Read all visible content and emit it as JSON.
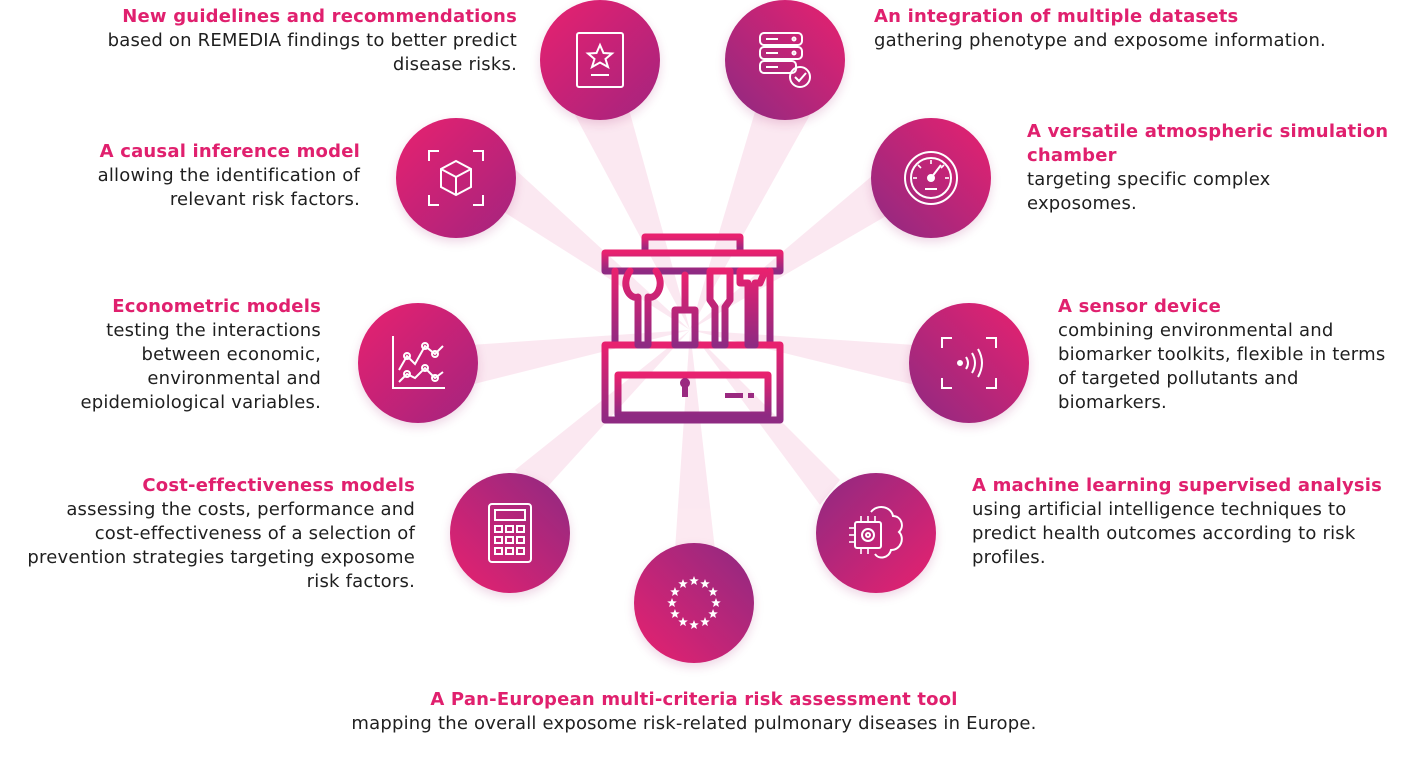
{
  "colors": {
    "accent": "#e0206e",
    "purple": "#8e2a82",
    "text": "#1f1f1f"
  },
  "center": {
    "icon": "toolbox-icon"
  },
  "items": [
    {
      "icon": "certificate-star-icon",
      "title": "New guidelines and recommendations",
      "desc": "based on REMEDIA findings to better predict disease risks."
    },
    {
      "icon": "server-database-check-icon",
      "title": "An integration of multiple datasets",
      "desc": "gathering phenotype and exposome information."
    },
    {
      "icon": "cube-scan-icon",
      "title": "A causal inference model",
      "desc": "allowing the identification of relevant risk factors."
    },
    {
      "icon": "pressure-gauge-icon",
      "title": "A versatile atmospheric simulation chamber",
      "desc": "targeting specific complex exposomes."
    },
    {
      "icon": "line-chart-icon",
      "title": "Econometric models",
      "desc": "testing the interactions between economic, environmental and epidemiological variables."
    },
    {
      "icon": "sensor-wave-icon",
      "title": "A sensor device",
      "desc": "combining environmental and biomarker toolkits, flexible in terms of targeted pollutants and biomarkers."
    },
    {
      "icon": "calculator-icon",
      "title": "Cost-effectiveness models",
      "desc": "assessing the costs, performance and cost-effectiveness of a selection of prevention strategies targeting exposome risk factors."
    },
    {
      "icon": "chip-brain-gear-icon",
      "title": "A machine learning supervised analysis",
      "desc": "using artificial intelligence techniques to predict health outcomes according to risk profiles."
    },
    {
      "icon": "eu-stars-icon",
      "title": "A Pan-European multi-criteria risk assessment tool",
      "desc": "mapping the overall exposome risk-related pulmonary diseases in Europe."
    }
  ]
}
